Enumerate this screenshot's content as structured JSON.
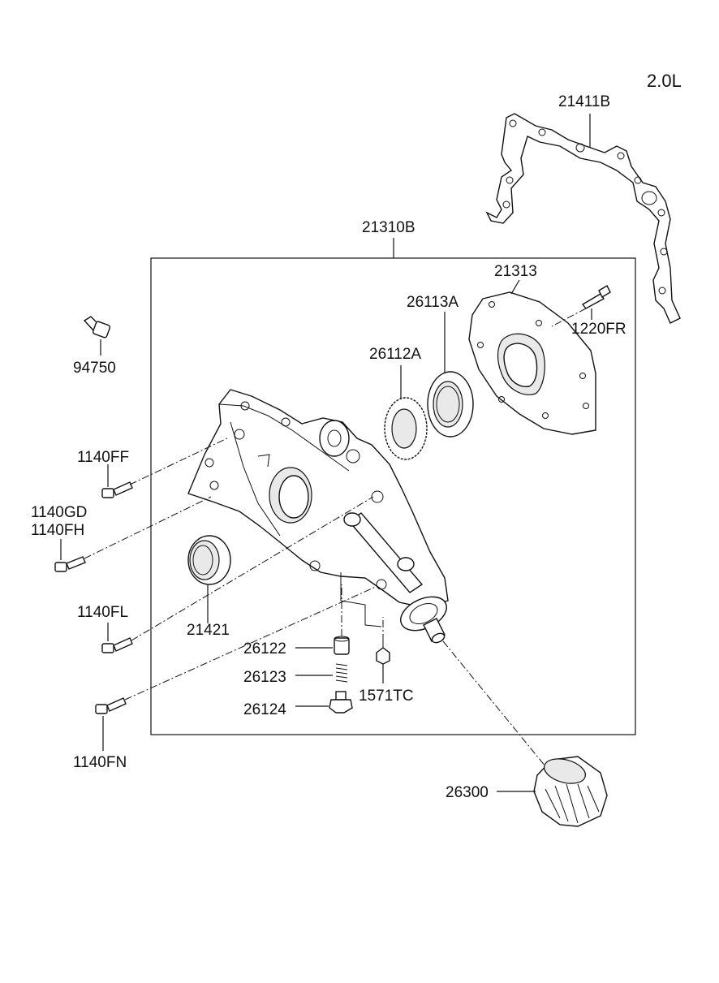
{
  "engine_label": "2.0L",
  "parts": {
    "p21411B": "21411B",
    "p21310B": "21310B",
    "p21313": "21313",
    "p26113A": "26113A",
    "p1220FR": "1220FR",
    "p26112A": "26112A",
    "p94750": "94750",
    "p1140FF": "1140FF",
    "p1140GD": "1140GD",
    "p1140FH": "1140FH",
    "p1140FL": "1140FL",
    "p21421": "21421",
    "p26122": "26122",
    "p26123": "26123",
    "p26124": "26124",
    "p1571TC": "1571TC",
    "p1140FN": "1140FN",
    "p26300": "26300"
  }
}
